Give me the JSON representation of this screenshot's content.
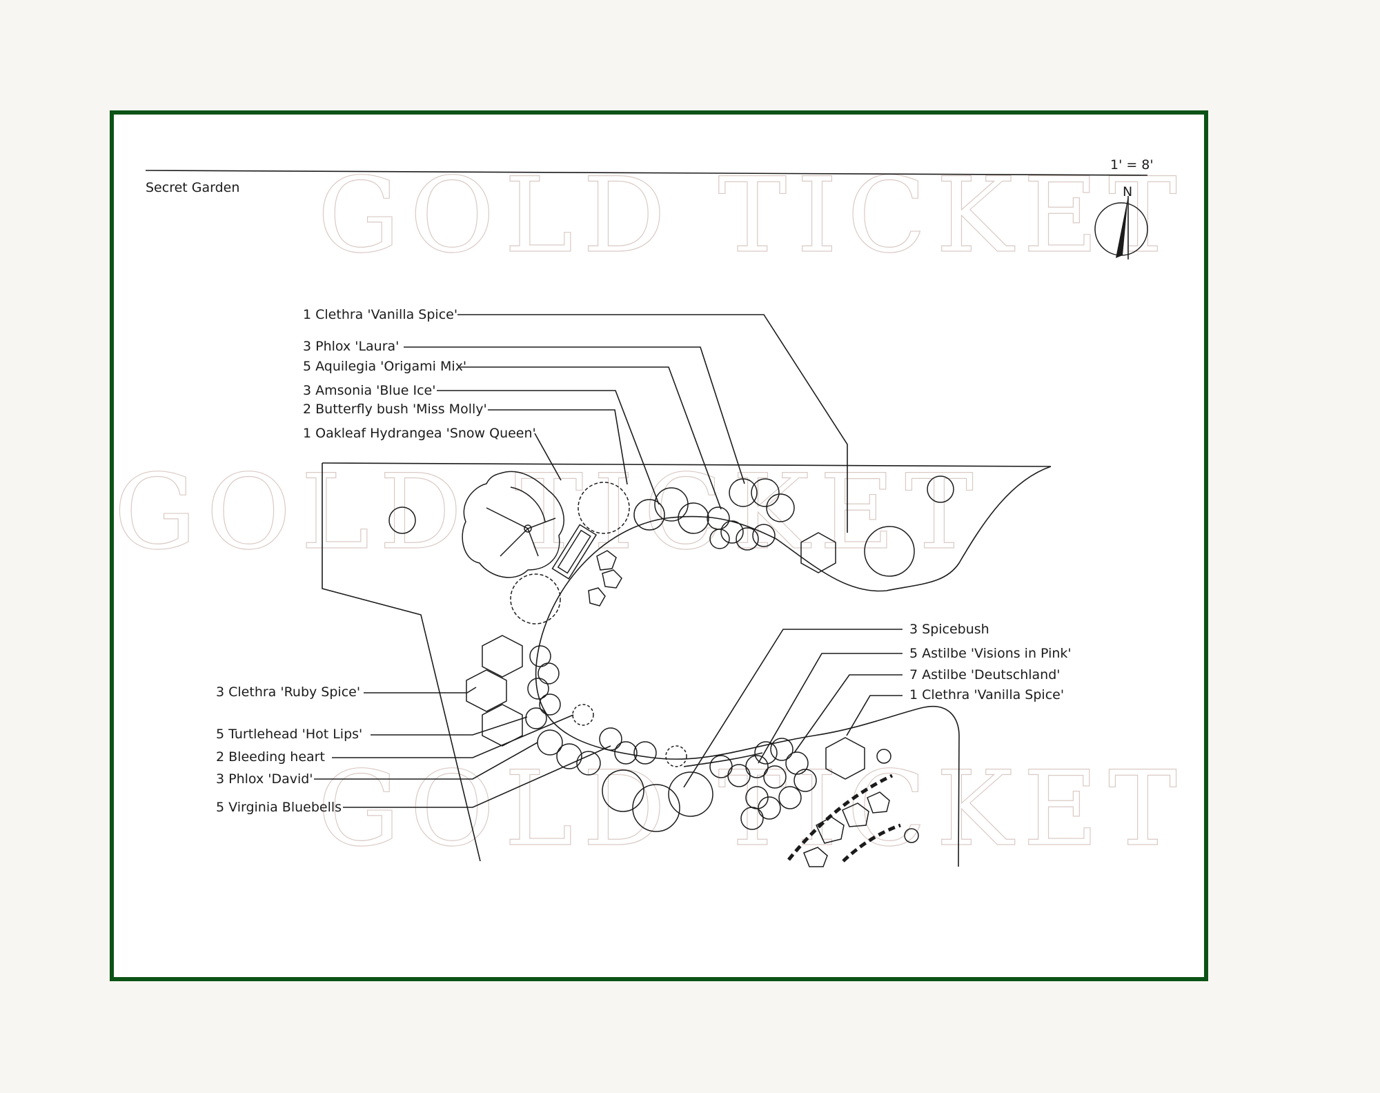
{
  "plan": {
    "title": "Secret Garden",
    "scale": "1' = 8'",
    "north_label": "N",
    "watermark": "GOLD TICKET",
    "labels_left": [
      {
        "text": "1 Clethra 'Vanilla Spice'"
      },
      {
        "text": "3 Phlox 'Laura'"
      },
      {
        "text": "5 Aquilegia 'Origami Mix'"
      },
      {
        "text": "3 Amsonia 'Blue Ice'"
      },
      {
        "text": "2 Butterfly bush 'Miss Molly'"
      },
      {
        "text": "1 Oakleaf Hydrangea 'Snow Queen'"
      },
      {
        "text": "3 Clethra 'Ruby Spice'"
      },
      {
        "text": "5 Turtlehead 'Hot Lips'"
      },
      {
        "text": "2 Bleeding heart"
      },
      {
        "text": "3 Phlox 'David'"
      },
      {
        "text": "5 Virginia Bluebells"
      }
    ],
    "labels_right": [
      {
        "text": "3 Spicebush"
      },
      {
        "text": "5 Astilbe 'Visions in Pink'"
      },
      {
        "text": "7 Astilbe 'Deutschland'"
      },
      {
        "text": "1 Clethra 'Vanilla Spice'"
      }
    ],
    "colors": {
      "frame": "#0b5316",
      "ink": "#1b1b1b",
      "watermark": "#d9c9c4"
    }
  }
}
